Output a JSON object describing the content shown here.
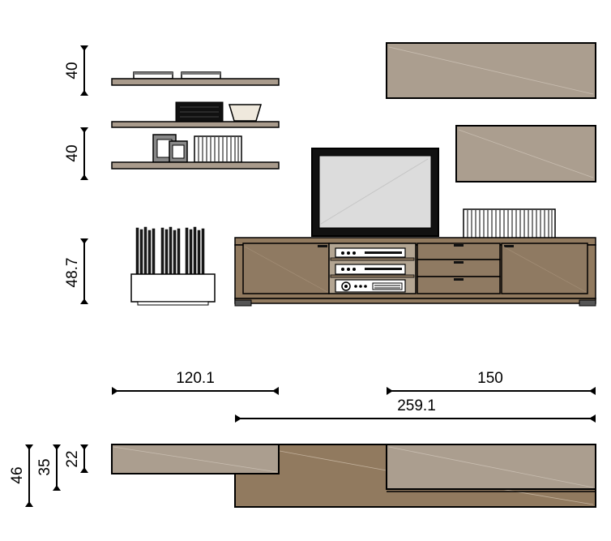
{
  "dimensions": {
    "upper_shelf_gap": "40",
    "lower_shelf_gap": "40",
    "tv_unit_height": "48.7",
    "shelf_width": "120.1",
    "wall_panel_width": "150",
    "total_width": "259.1",
    "plan_depth_total": "46",
    "plan_depth_mid": "35",
    "plan_depth_shelf": "22"
  },
  "colors": {
    "shelf": "#a99b8c",
    "panel": "#ab9e8f",
    "wood": "#917a5f",
    "outline": "#000000",
    "screen": "#dcdcdc",
    "white": "#ffffff"
  }
}
